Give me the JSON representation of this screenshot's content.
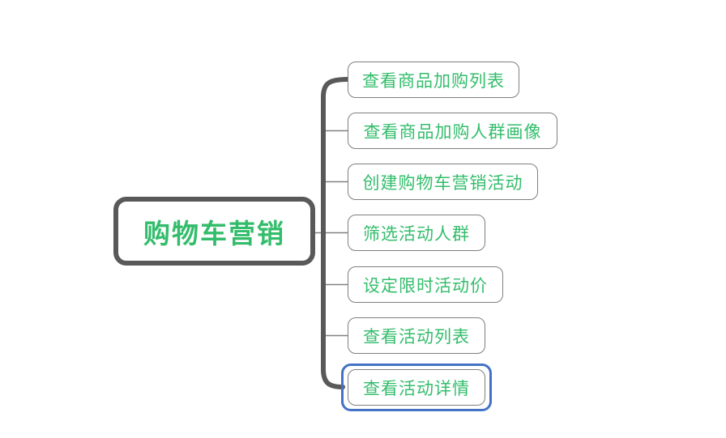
{
  "mindmap": {
    "root": {
      "label": "购物车营销"
    },
    "children": [
      {
        "label": "查看商品加购列表",
        "selected": false
      },
      {
        "label": "查看商品加购人群画像",
        "selected": false
      },
      {
        "label": "创建购物车营销活动",
        "selected": false
      },
      {
        "label": "筛选活动人群",
        "selected": false
      },
      {
        "label": "设定限时活动价",
        "selected": false
      },
      {
        "label": "查看活动列表",
        "selected": false
      },
      {
        "label": "查看活动详情",
        "selected": true
      }
    ]
  },
  "colors": {
    "node_text_green": "#33bd6b",
    "root_border_gray": "#595959",
    "child_border_gray": "#7f7f7f",
    "trunk_connector_gray": "#595959",
    "thin_connector_gray": "#808080",
    "selection_blue": "#4472c4",
    "background": "#ffffff"
  }
}
